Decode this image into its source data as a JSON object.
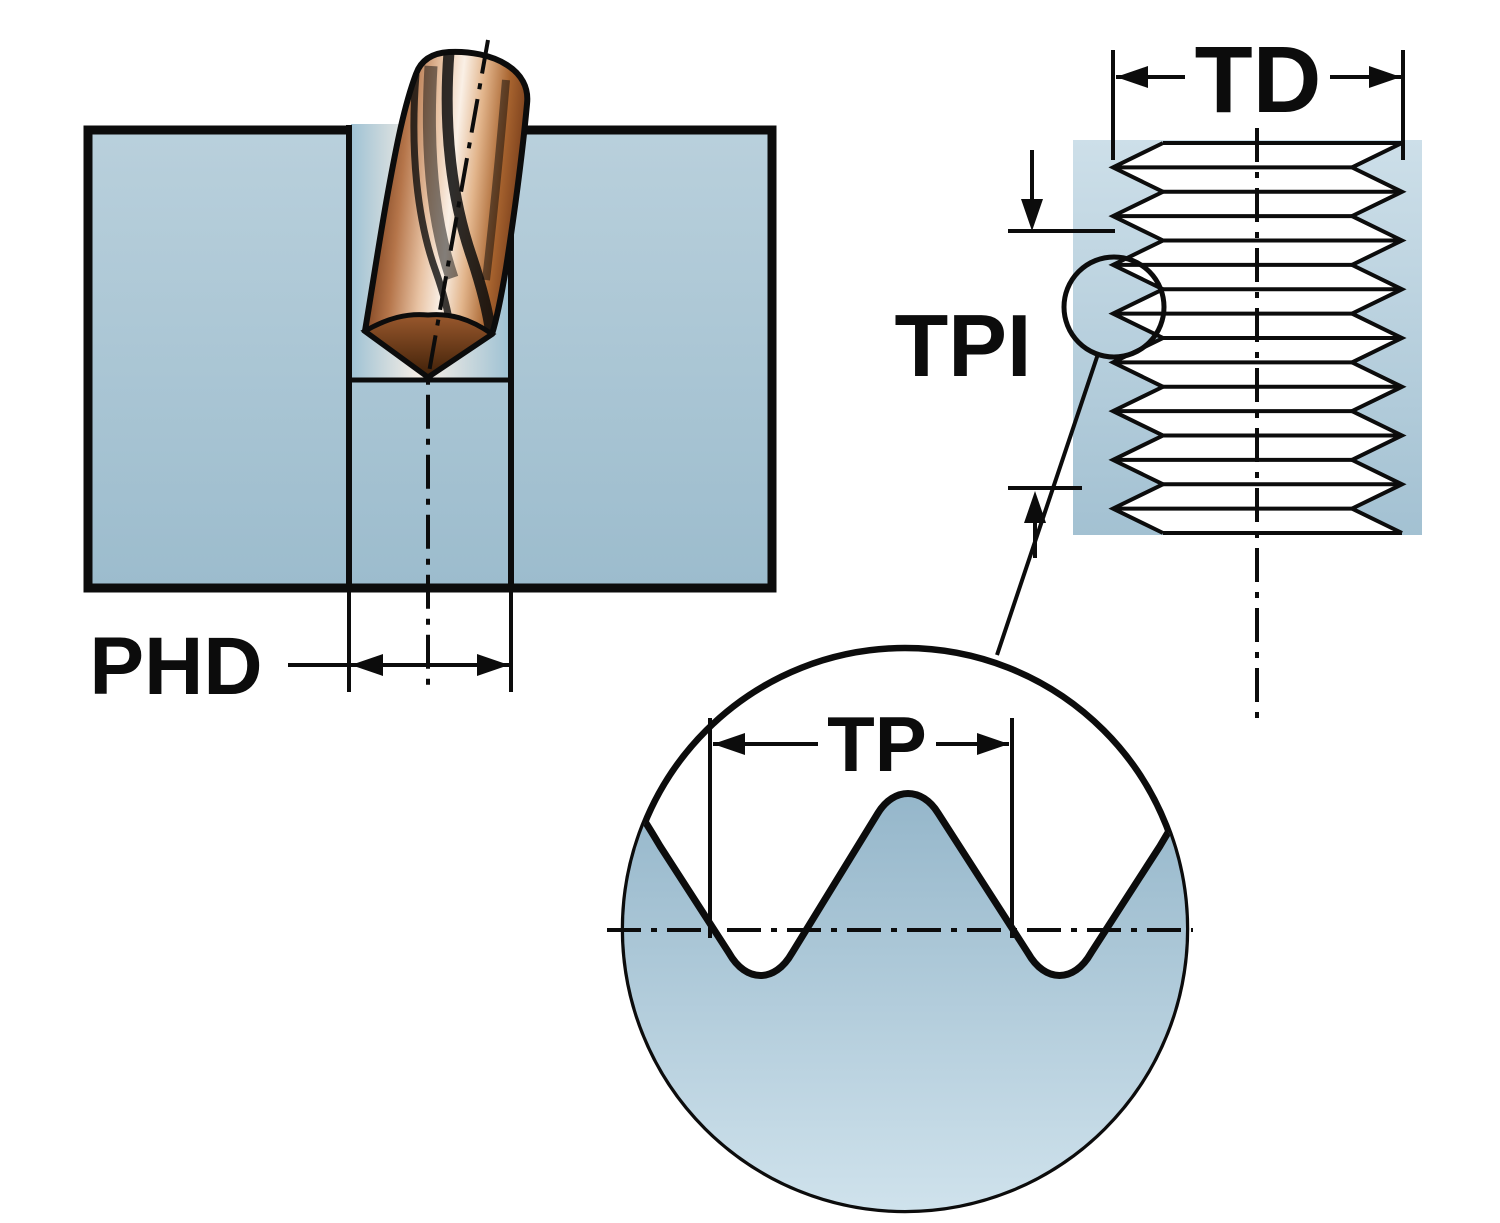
{
  "labels": {
    "phd": "PHD",
    "td": "TD",
    "tpi": "TPI",
    "tp": "TP"
  },
  "colors": {
    "background": "#ffffff",
    "line": "#0c0c0c",
    "workpiece-blue": "#a9c6d6",
    "workpiece-blue-deep": "#9cbccd",
    "workpiece-blue-light": "#cfe0ea",
    "hole-shine": "#f0f7fa",
    "detail-blue-top": "#93b5c9",
    "detail-blue-bottom": "#cfe2ec",
    "copper-dark": "#59301a",
    "copper-mid": "#b5754a",
    "copper-light": "#faf0e6"
  }
}
